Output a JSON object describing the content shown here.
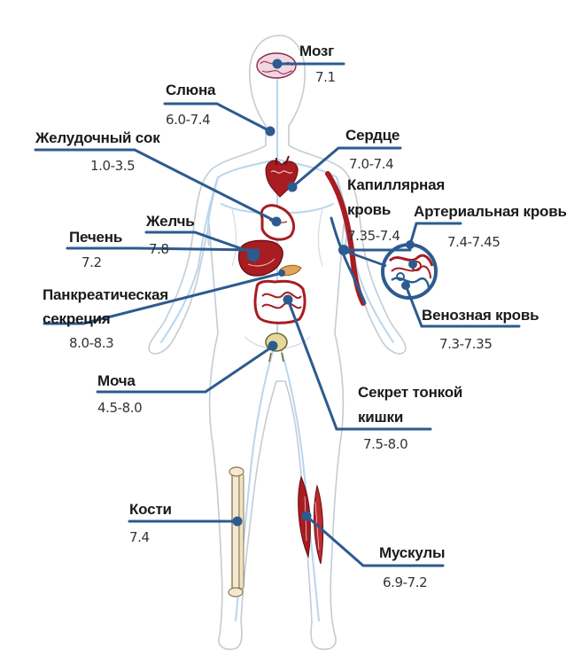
{
  "colors": {
    "line": "#2c5b8f",
    "body_outline": "#bfc8d2",
    "vessel": "#b9d6ee",
    "organ": "#a81c22"
  },
  "labels": {
    "brain": {
      "name": "Мозг",
      "value": "7.1"
    },
    "saliva": {
      "name": "Слюна",
      "value": "6.0-7.4"
    },
    "gastric": {
      "name": "Желудочный сок",
      "value": "1.0-3.5"
    },
    "heart": {
      "name": "Сердце",
      "value": "7.0-7.4"
    },
    "capillary": {
      "name_line1": "Капиллярная",
      "name_line2": "кровь",
      "value": "7.35-7.4"
    },
    "arterial": {
      "name": "Артериальная кровь",
      "value": "7.4-7.45"
    },
    "bile": {
      "name": "Желчь",
      "value": "7.8"
    },
    "liver": {
      "name": "Печень",
      "value": "7.2"
    },
    "pancreatic": {
      "name_line1": "Панкреатическая",
      "name_line2": "секреция",
      "value": "8.0-8.3"
    },
    "venous": {
      "name": "Венозная кровь",
      "value": "7.3-7.35"
    },
    "urine": {
      "name": "Моча",
      "value": "4.5-8.0"
    },
    "intestine": {
      "name_line1": "Секрет тонкой",
      "name_line2": "кишки",
      "value": "7.5-8.0"
    },
    "bones": {
      "name": "Кости",
      "value": "7.4"
    },
    "muscles": {
      "name": "Мускулы",
      "value": "6.9-7.2"
    }
  }
}
